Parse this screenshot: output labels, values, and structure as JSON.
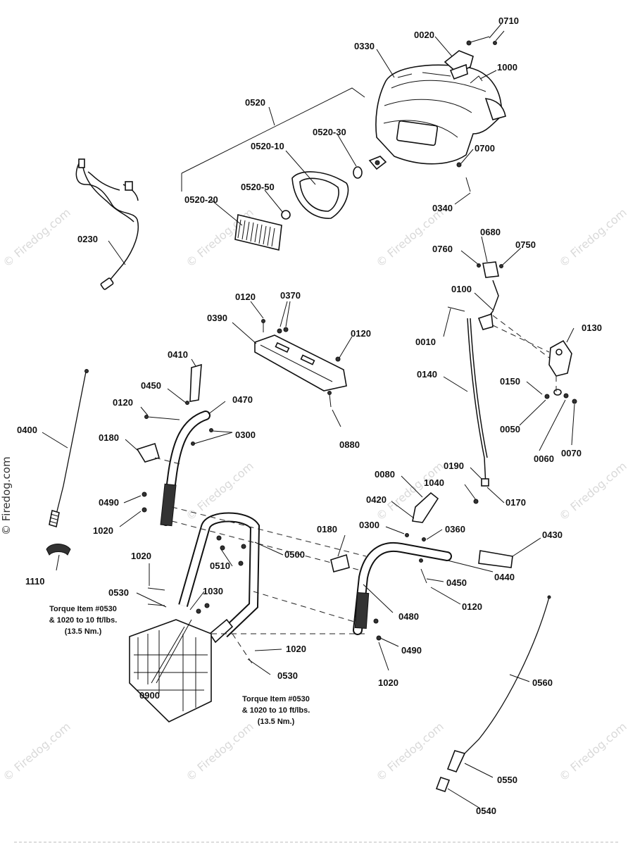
{
  "watermark": "© Firedog.com",
  "labels": {
    "p0710": "0710",
    "p0020": "0020",
    "p0330": "0330",
    "p1000": "1000",
    "p0520": "0520",
    "p0520_30": "0520-30",
    "p0520_10": "0520-10",
    "p0700": "0700",
    "p0520_50": "0520-50",
    "p0520_20": "0520-20",
    "p0340": "0340",
    "p0230": "0230",
    "p0680": "0680",
    "p0760": "0760",
    "p0750": "0750",
    "p0100": "0100",
    "p0120_a": "0120",
    "p0370": "0370",
    "p0390": "0390",
    "p0120_b": "0120",
    "p0010": "0010",
    "p0130": "0130",
    "p0410": "0410",
    "p0450_a": "0450",
    "p0470": "0470",
    "p0120_c": "0120",
    "p0300_a": "0300",
    "p0140": "0140",
    "p0150": "0150",
    "p0400": "0400",
    "p0180_a": "0180",
    "p0880": "0880",
    "p0050": "0050",
    "p0060": "0060",
    "p0070": "0070",
    "p0080": "0080",
    "p0190": "0190",
    "p1040": "1040",
    "p0170": "0170",
    "p0490_a": "0490",
    "p1020_a": "1020",
    "p0420": "0420",
    "p0300_b": "0300",
    "p0360": "0360",
    "p0180_b": "0180",
    "p0430": "0430",
    "p0510": "0510",
    "p0500": "0500",
    "p1110": "1110",
    "p1020_b": "1020",
    "p0440": "0440",
    "p0450_b": "0450",
    "p0530_a": "0530",
    "p1030": "1030",
    "p0120_d": "0120",
    "p0480": "0480",
    "p1020_c": "1020",
    "p0490_b": "0490",
    "p0530_b": "0530",
    "p0900": "0900",
    "p1020_d": "1020",
    "p0560": "0560",
    "p0550": "0550",
    "p0540": "0540"
  },
  "notes": {
    "torque_left": [
      "Torque Item #0530",
      "& 1020 to 10 ft/lbs.",
      "(13.5 Nm.)"
    ],
    "torque_bottom": [
      "Torque Item #0530",
      "& 1020 to 10 ft/lbs.",
      "(13.5 Nm.)"
    ]
  }
}
